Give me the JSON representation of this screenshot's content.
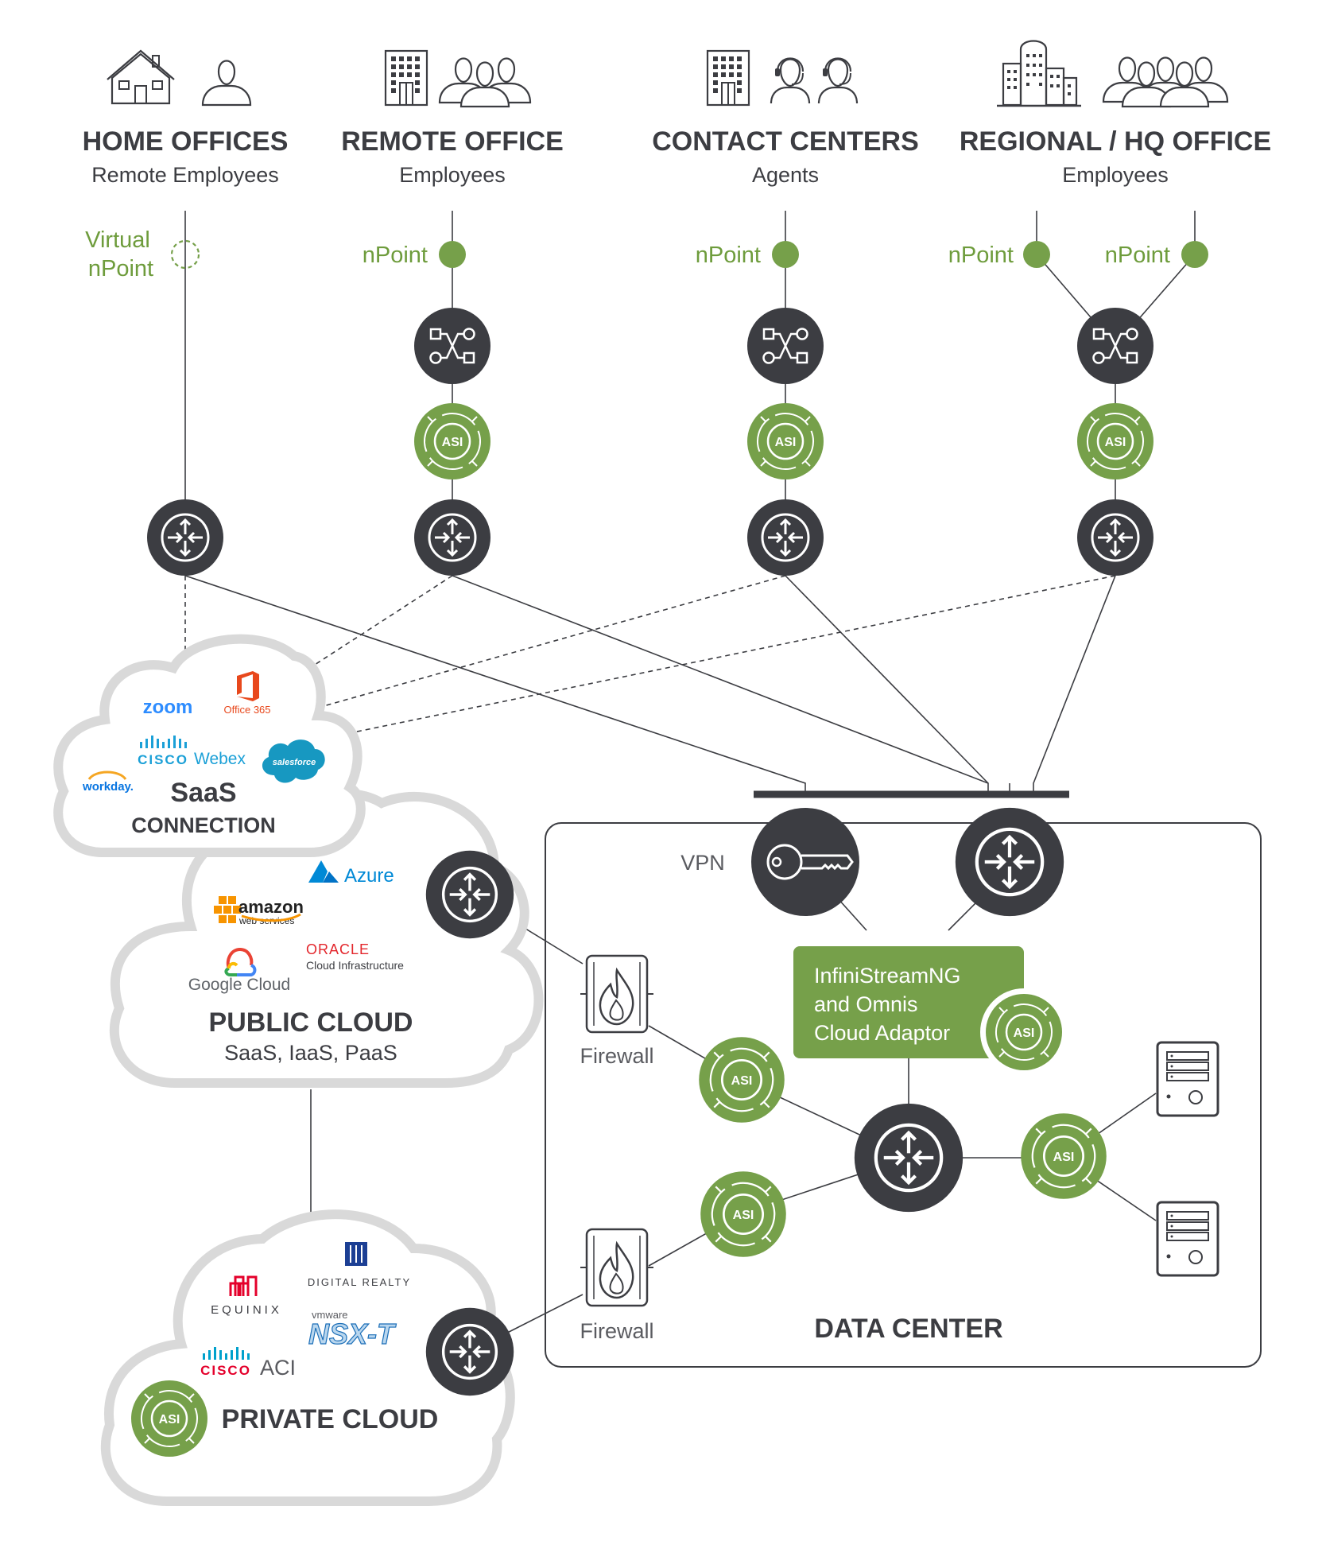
{
  "sites": [
    {
      "title": "HOME OFFICES",
      "subtitle": "Remote Employees"
    },
    {
      "title": "REMOTE OFFICE",
      "subtitle": "Employees"
    },
    {
      "title": "CONTACT CENTERS",
      "subtitle": "Agents"
    },
    {
      "title": "REGIONAL / HQ OFFICE",
      "subtitle": "Employees"
    }
  ],
  "npoint": {
    "virtual_line1": "Virtual",
    "virtual_line2": "nPoint",
    "label": "nPoint"
  },
  "asi_label": "ASI",
  "saas": {
    "title": "SaaS",
    "subtitle": "CONNECTION",
    "logos": {
      "zoom": "zoom",
      "office365": "Office 365",
      "cisco": "CISCO",
      "webex": "Webex",
      "salesforce": "salesforce",
      "workday": "workday."
    }
  },
  "public_cloud": {
    "title": "PUBLIC CLOUD",
    "subtitle": "SaaS, IaaS, PaaS",
    "logos": {
      "azure": "Azure",
      "amazon": "amazon",
      "aws_sub": "web services",
      "oracle": "ORACLE",
      "oracle_sub": "Cloud Infrastructure",
      "google": "Google Cloud"
    }
  },
  "private_cloud": {
    "title": "PRIVATE CLOUD",
    "logos": {
      "digital_realty": "DIGITAL REALTY",
      "equinix": "EQUINIX",
      "vmware": "vmware",
      "nsxt": "NSX-T",
      "cisco": "CISCO",
      "aci": "ACI"
    }
  },
  "data_center": {
    "title": "DATA CENTER",
    "vpn": "VPN",
    "firewall": "Firewall",
    "infinistream": [
      "InfiniStreamNG",
      "and Omnis",
      "Cloud Adaptor"
    ]
  },
  "colors": {
    "dark": "#3c3d42",
    "green": "#76a04a",
    "green_text": "#6e9c3c",
    "cloud_border": "#d9d9d9"
  }
}
